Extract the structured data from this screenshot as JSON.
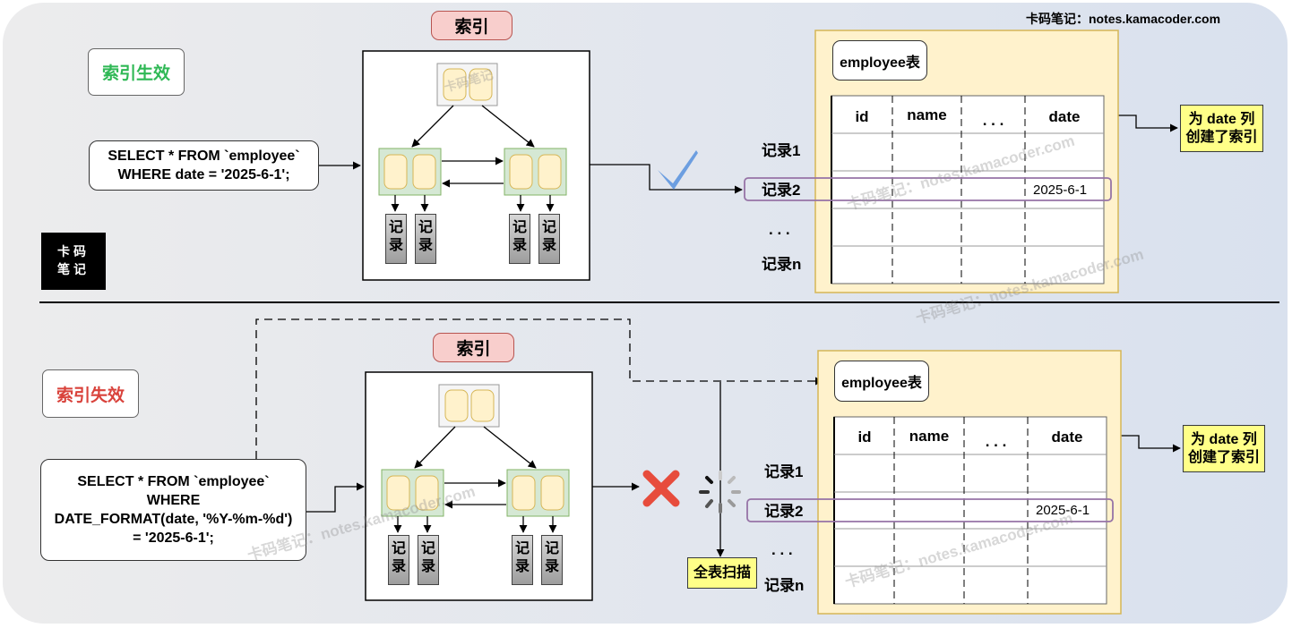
{
  "credit": "卡码笔记：notes.kamacoder.com",
  "logo": {
    "line1": "卡码",
    "line2": "笔记"
  },
  "watermark": "卡码笔记：notes.kamacoder.com",
  "index_label": "索引",
  "record_label": "记录",
  "top": {
    "status": "索引生效",
    "status_color": "#2fb855",
    "sql_lines": [
      "SELECT * FROM `employee`",
      "WHERE date = '2025-6-1';"
    ],
    "table_title": "employee表",
    "columns": [
      "id",
      "name",
      ". . .",
      "date"
    ],
    "row_labels": [
      "记录1",
      "记录2",
      ". . .",
      "记录n"
    ],
    "highlight_value": "2025-6-1",
    "note_lines": [
      "为 date 列",
      "创建了索引"
    ],
    "result": "check-icon"
  },
  "bottom": {
    "status": "索引失效",
    "status_color": "#d9423b",
    "sql_lines": [
      "SELECT * FROM `employee`",
      "WHERE",
      "DATE_FORMAT(date, '%Y-%m-%d')",
      "= '2025-6-1';"
    ],
    "table_title": "employee表",
    "columns": [
      "id",
      "name",
      ". . .",
      "date"
    ],
    "row_labels": [
      "记录1",
      "记录2",
      ". . .",
      "记录n"
    ],
    "highlight_value": "2025-6-1",
    "note_lines": [
      "为 date 列",
      "创建了索引"
    ],
    "full_scan_label": "全表扫描",
    "result": "cross-icon"
  },
  "colors": {
    "panel_fill": "#ffffff",
    "node_fill": "#d5e8d4",
    "node_stroke": "#82b366",
    "root_fill": "#f5f5f5",
    "key_fill": "#fff2cc",
    "key_stroke": "#d6b656",
    "table_bg": "#fff2cc",
    "table_border": "#d6b656",
    "highlight": "#9673a6",
    "check": "#6c9ee0",
    "cross": "#e74c3c"
  }
}
